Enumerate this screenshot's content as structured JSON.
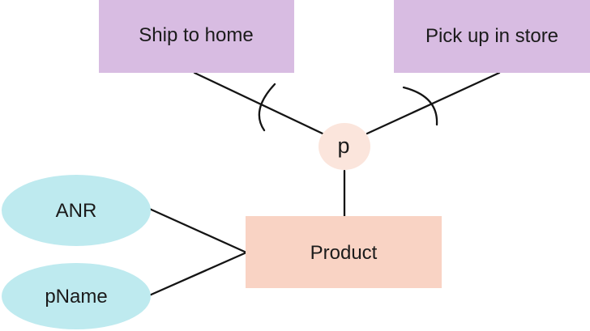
{
  "diagram": {
    "kind": "entity-relationship-diagram",
    "subtype_entities": [
      {
        "label": "Ship to home"
      },
      {
        "label": "Pick up in store"
      }
    ],
    "relationship": {
      "label": "p"
    },
    "entity": {
      "label": "Product"
    },
    "attributes": [
      {
        "label": "ANR"
      },
      {
        "label": "pName"
      }
    ]
  },
  "colors": {
    "subtype_fill": "#d8bce2",
    "relationship_fill": "#fbe5dc",
    "entity_fill": "#f9d3c4",
    "attribute_fill": "#beeaef",
    "line": "#141414",
    "text": "#1b1b1b",
    "background": "#ffffff"
  }
}
